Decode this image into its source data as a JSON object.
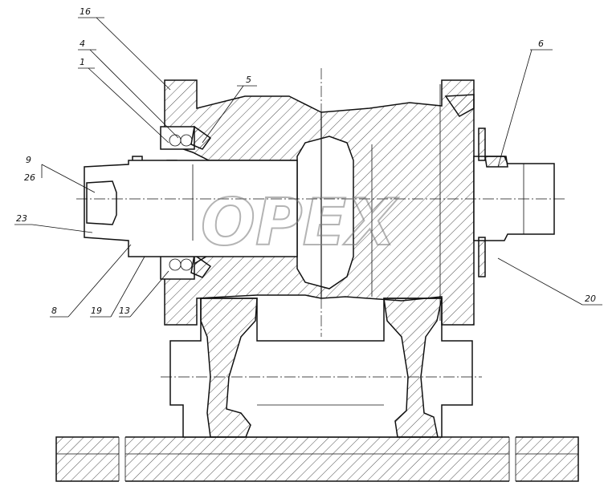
{
  "watermark": "OPEX",
  "callouts": {
    "c16": "16",
    "c4": "4",
    "c1": "1",
    "c5": "5",
    "c6": "6",
    "c9": "9",
    "c26": "26",
    "c23": "23",
    "c8": "8",
    "c19": "19",
    "c13": "13",
    "c20": "20"
  }
}
